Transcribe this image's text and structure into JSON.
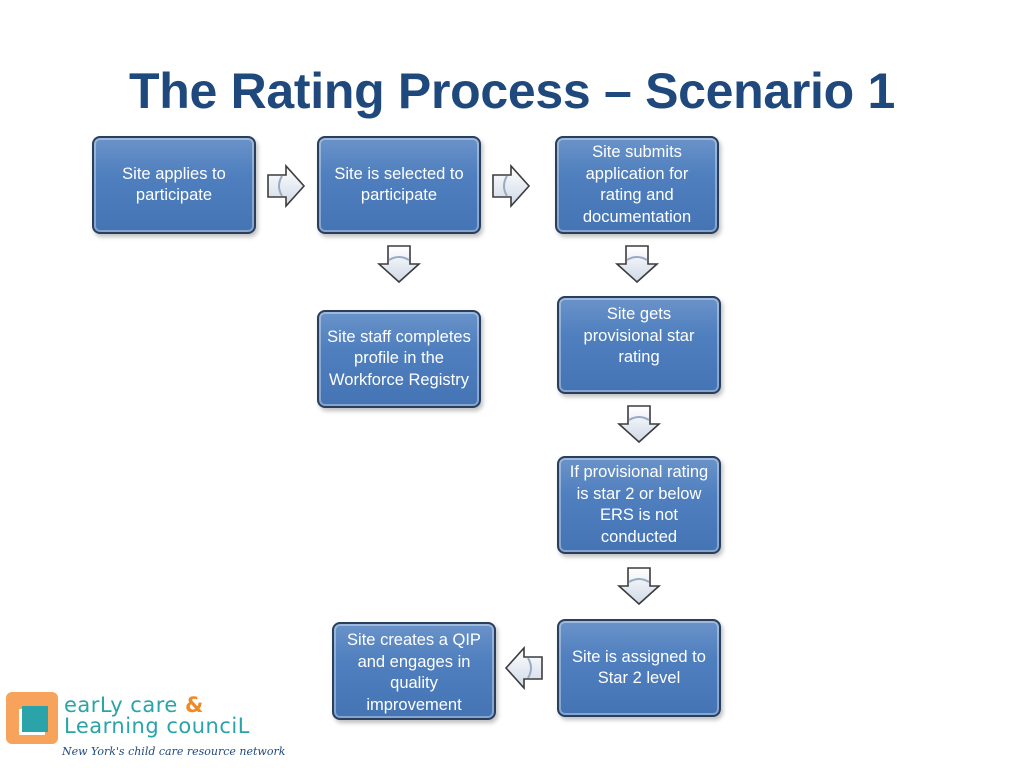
{
  "slide": {
    "title": "The Rating Process – Scenario 1"
  },
  "steps": {
    "apply": "Site applies to participate",
    "selected": "Site is selected to participate",
    "submits": "Site submits application for rating and documentation",
    "staff_profile": "Site staff completes profile in the Workforce Registry",
    "provisional": "Site gets provisional star rating",
    "if_star2": "If provisional rating is star 2 or below ERS is not conducted",
    "assigned": "Site is assigned to Star 2 level",
    "qip": "Site creates a QIP and engages in quality improvement"
  },
  "logo": {
    "line1": "earLy care",
    "amp": "&",
    "line2": "Learning counciL",
    "tagline": "New York's child care resource network"
  },
  "colors": {
    "title": "#1f497d",
    "box_fill": "#4f81bd",
    "box_border": "#2a3f5c",
    "arrow_fill": "#e6ecf5",
    "logo_teal": "#2aa4a8",
    "logo_orange": "#f7a35c"
  }
}
